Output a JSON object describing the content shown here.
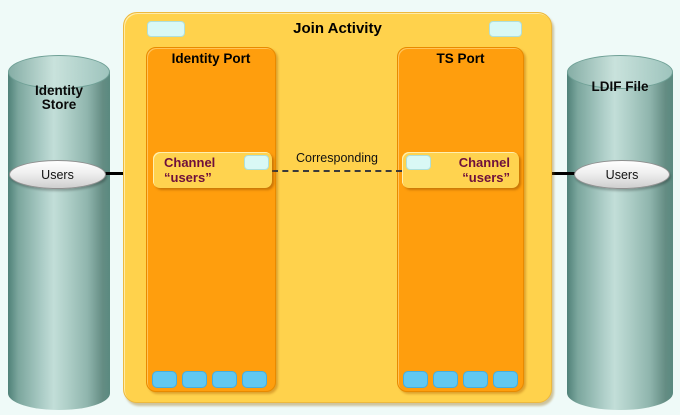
{
  "join_activity": {
    "title": "Join Activity"
  },
  "ports": {
    "identity": {
      "title": "Identity Port"
    },
    "ts": {
      "title": "TS Port"
    }
  },
  "channels": {
    "left": {
      "line1": "Channel",
      "line2": "“users”"
    },
    "right": {
      "line1": "Channel",
      "line2": "“users”"
    }
  },
  "correspondence": {
    "label": "Corresponding"
  },
  "stores": {
    "identity": {
      "line1": "Identity",
      "line2": "Store",
      "users_label": "Users"
    },
    "ldif": {
      "label": "LDIF File",
      "users_label": "Users"
    }
  },
  "colors": {
    "background": "#EFFAF8",
    "join_yellow": "#FFD24C",
    "port_orange": "#FF9E0D",
    "channel_yellow": "#FFD34F",
    "channel_text_maroon": "#6E0F3C",
    "connector_tab_cyan": "#D9F8F5",
    "footer_tab_blue": "#61C8F1",
    "cylinder_teal": "#9DC3BC",
    "line_black": "#000000"
  }
}
